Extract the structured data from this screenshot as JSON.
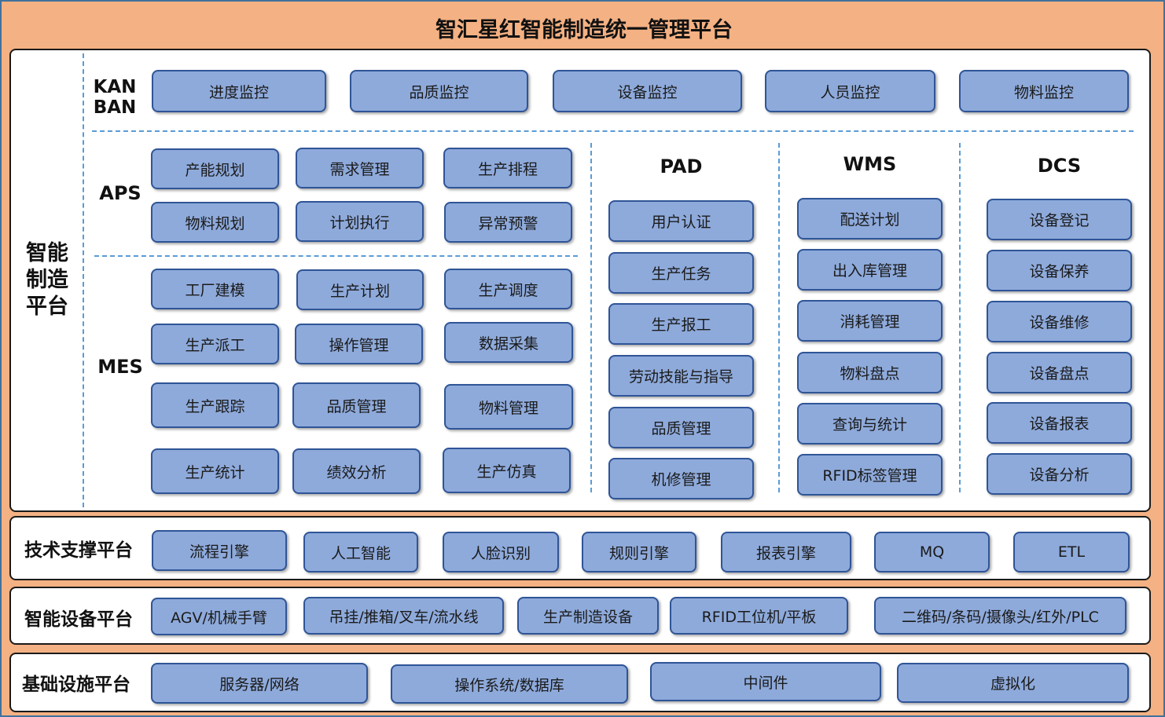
{
  "title": "智汇星红智能制造统一管理平台",
  "smart_platform": {
    "label_lines": [
      "智能",
      "制造",
      "平台"
    ],
    "kanban": {
      "label_lines": [
        "KAN",
        "BAN"
      ],
      "items": [
        "进度监控",
        "品质监控",
        "设备监控",
        "人员监控",
        "物料监控"
      ]
    },
    "aps": {
      "label": "APS",
      "items": [
        "产能规划",
        "需求管理",
        "生产排程",
        "物料规划",
        "计划执行",
        "异常预警"
      ]
    },
    "mes": {
      "label": "MES",
      "items": [
        "工厂建模",
        "生产计划",
        "生产调度",
        "生产派工",
        "操作管理",
        "数据采集",
        "生产跟踪",
        "品质管理",
        "物料管理",
        "生产统计",
        "绩效分析",
        "生产仿真"
      ]
    },
    "pad": {
      "label": "PAD",
      "items": [
        "用户认证",
        "生产任务",
        "生产报工",
        "劳动技能与指导",
        "品质管理",
        "机修管理"
      ]
    },
    "wms": {
      "label": "WMS",
      "items": [
        "配送计划",
        "出入库管理",
        "消耗管理",
        "物料盘点",
        "查询与统计",
        "RFID标签管理"
      ]
    },
    "dcs": {
      "label": "DCS",
      "items": [
        "设备登记",
        "设备保养",
        "设备维修",
        "设备盘点",
        "设备报表",
        "设备分析"
      ]
    }
  },
  "tech_platform": {
    "label": "技术支撑平台",
    "items": [
      "流程引擎",
      "人工智能",
      "人脸识别",
      "规则引擎",
      "报表引擎",
      "MQ",
      "ETL"
    ]
  },
  "device_platform": {
    "label": "智能设备平台",
    "items": [
      "AGV/机械手臂",
      "吊挂/推箱/叉车/流水线",
      "生产制造设备",
      "RFID工位机/平板",
      "二维码/条码/摄像头/红外/PLC"
    ]
  },
  "infra_platform": {
    "label": "基础设施平台",
    "items": [
      "服务器/网络",
      "操作系统/数据库",
      "中间件",
      "虚拟化"
    ]
  },
  "colors": {
    "background": "#f4b183",
    "box_fill": "#8eaadb",
    "box_border": "#2f5597",
    "divider": "#5b9bd5"
  }
}
